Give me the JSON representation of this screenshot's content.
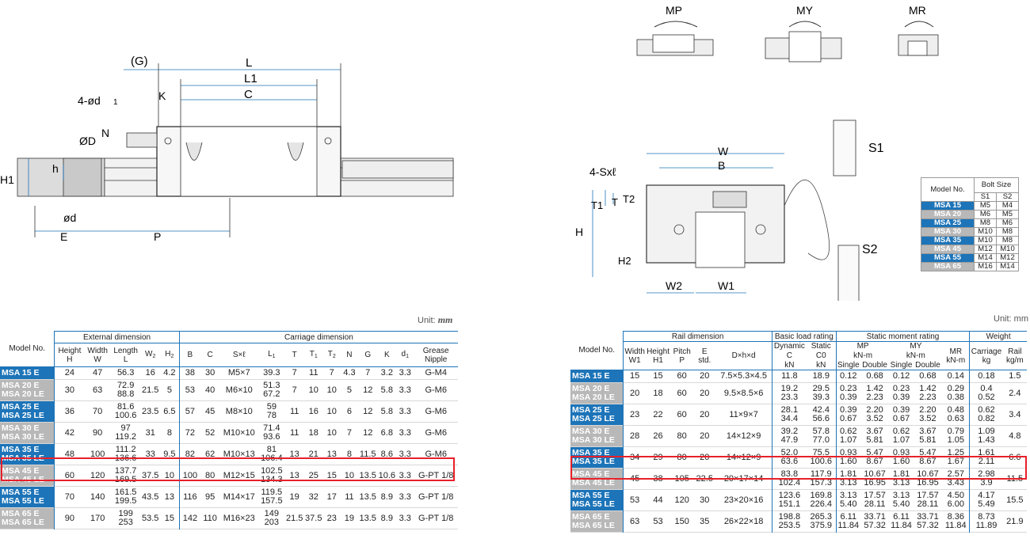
{
  "colors": {
    "blue": "#1d74b8",
    "gray": "#b8b8b8",
    "red": "#e8202a",
    "line": "#1d74b8"
  },
  "left_drawing": {
    "labels": {
      "G": "(G)",
      "L": "L",
      "L1": "L1",
      "C": "C",
      "K": "K",
      "hole": "4-ød",
      "hole_sub": "1",
      "N": "N",
      "D": "ØD",
      "h": "h",
      "H1": "H1",
      "d": "ød",
      "E": "E",
      "P": "P"
    }
  },
  "moment_icons": {
    "mp": "MP",
    "my": "MY",
    "mr": "MR"
  },
  "right_drawing": {
    "labels": {
      "W": "W",
      "B": "B",
      "SxL": "4-Sxℓ",
      "T": "T",
      "T1": "T1",
      "T2": "T2",
      "H": "H",
      "H2": "H2",
      "W2": "W2",
      "W1": "W1",
      "S1": "S1",
      "S2": "S2"
    }
  },
  "bolt_table": {
    "model_header": "Model No.",
    "bolt_header": "Bolt Size",
    "s1": "S1",
    "s2": "S2",
    "rows": [
      {
        "model": "MSA 15",
        "s1": "M5",
        "s2": "M4",
        "c": "blue"
      },
      {
        "model": "MSA 20",
        "s1": "M6",
        "s2": "M5",
        "c": "gray"
      },
      {
        "model": "MSA 25",
        "s1": "M8",
        "s2": "M6",
        "c": "blue"
      },
      {
        "model": "MSA 30",
        "s1": "M10",
        "s2": "M8",
        "c": "gray"
      },
      {
        "model": "MSA 35",
        "s1": "M10",
        "s2": "M8",
        "c": "blue"
      },
      {
        "model": "MSA 45",
        "s1": "M12",
        "s2": "M10",
        "c": "gray"
      },
      {
        "model": "MSA 55",
        "s1": "M14",
        "s2": "M12",
        "c": "blue"
      },
      {
        "model": "MSA 65",
        "s1": "M16",
        "s2": "M14",
        "c": "gray"
      }
    ]
  },
  "left_table": {
    "unit_prefix": "Unit: ",
    "unit": "mm",
    "h_model": "Model No.",
    "h_ext": "External dimension",
    "h_carriage": "Carriage dimension",
    "cols": [
      [
        "Height",
        "H"
      ],
      [
        "Width",
        "W"
      ],
      [
        "Length",
        "L"
      ],
      [
        "W",
        "2"
      ],
      [
        "H",
        "2"
      ],
      [
        "B",
        ""
      ],
      [
        "C",
        ""
      ],
      [
        "S×ℓ",
        ""
      ],
      [
        "L",
        "1"
      ],
      [
        "T",
        ""
      ],
      [
        "T",
        "1"
      ],
      [
        "T",
        "2"
      ],
      [
        "N",
        ""
      ],
      [
        "G",
        ""
      ],
      [
        "K",
        ""
      ],
      [
        "d",
        "1"
      ],
      [
        "Grease",
        "Nipple"
      ]
    ],
    "rows": [
      {
        "m": [
          "MSA 15 E"
        ],
        "c": "blue",
        "v": [
          "24",
          "47",
          [
            "56.3"
          ],
          "16",
          "4.2",
          "38",
          "30",
          "M5×7",
          [
            "39.3"
          ],
          "7",
          "11",
          "7",
          "4.3",
          "7",
          "3.2",
          "3.3",
          "G-M4"
        ]
      },
      {
        "m": [
          "MSA 20 E",
          "MSA 20 LE"
        ],
        "c": "gray",
        "v": [
          "30",
          "63",
          [
            "72.9",
            "88.8"
          ],
          "21.5",
          "5",
          "53",
          "40",
          "M6×10",
          [
            "51.3",
            "67.2"
          ],
          "7",
          "10",
          "10",
          "5",
          "12",
          "5.8",
          "3.3",
          "G-M6"
        ]
      },
      {
        "m": [
          "MSA 25 E",
          "MSA 25 LE"
        ],
        "c": "blue",
        "v": [
          "36",
          "70",
          [
            "81.6",
            "100.6"
          ],
          "23.5",
          "6.5",
          "57",
          "45",
          "M8×10",
          [
            "59",
            "78"
          ],
          "11",
          "16",
          "10",
          "6",
          "12",
          "5.8",
          "3.3",
          "G-M6"
        ]
      },
      {
        "m": [
          "MSA 30 E",
          "MSA 30 LE"
        ],
        "c": "gray",
        "v": [
          "42",
          "90",
          [
            "97",
            "119.2"
          ],
          "31",
          "8",
          "72",
          "52",
          "M10×10",
          [
            "71.4",
            "93.6"
          ],
          "11",
          "18",
          "10",
          "7",
          "12",
          "6.8",
          "3.3",
          "G-M6"
        ]
      },
      {
        "m": [
          "MSA 35 E",
          "MSA 35 LE"
        ],
        "c": "blue",
        "v": [
          "48",
          "100",
          [
            "111.2",
            "136.6"
          ],
          "33",
          "9.5",
          "82",
          "62",
          "M10×13",
          [
            "81",
            "106.4"
          ],
          "13",
          "21",
          "13",
          "8",
          "11.5",
          "8.6",
          "3.3",
          "G-M6"
        ]
      },
      {
        "m": [
          "MSA 45 E",
          "MSA 45 LE"
        ],
        "c": "gray",
        "v": [
          "60",
          "120",
          [
            "137.7",
            "169.5"
          ],
          "37.5",
          "10",
          "100",
          "80",
          "M12×15",
          [
            "102.5",
            "134.3"
          ],
          "13",
          "25",
          "15",
          "10",
          "13.5",
          "10.6",
          "3.3",
          "G-PT 1/8"
        ]
      },
      {
        "m": [
          "MSA 55 E",
          "MSA 55 LE"
        ],
        "c": "blue",
        "v": [
          "70",
          "140",
          [
            "161.5",
            "199.5"
          ],
          "43.5",
          "13",
          "116",
          "95",
          "M14×17",
          [
            "119.5",
            "157.5"
          ],
          "19",
          "32",
          "17",
          "11",
          "13.5",
          "8.9",
          "3.3",
          "G-PT 1/8"
        ]
      },
      {
        "m": [
          "MSA 65 E",
          "MSA 65 LE"
        ],
        "c": "gray",
        "v": [
          "90",
          "170",
          [
            "199",
            "253"
          ],
          "53.5",
          "15",
          "142",
          "110",
          "M16×23",
          [
            "149",
            "203"
          ],
          "21.5",
          "37.5",
          "23",
          "19",
          "13.5",
          "8.9",
          "3.3",
          "G-PT 1/8"
        ]
      }
    ]
  },
  "right_table": {
    "unit": "Unit: mm",
    "h_model": "Model No.",
    "h_rail": "Rail dimension",
    "h_load": "Basic load rating",
    "h_static": "Static moment rating",
    "h_weight": "Weight",
    "h_width": "Width",
    "h_w1": "W1",
    "h_height": "Height",
    "h_h1": "H1",
    "h_pitch": "Pitch",
    "h_p": "P",
    "h_e": "E",
    "h_std": "std.",
    "h_dhd": "D×h×d",
    "h_dyn": "Dynamic",
    "h_c": "C",
    "h_kn": "kN",
    "h_stat": "Static",
    "h_c0": "C0",
    "h_mp": "MP",
    "h_my": "MY",
    "h_mr": "MR",
    "h_knm": "kN-m",
    "h_single": "Single",
    "h_double": "Double",
    "h_carriage": "Carriage",
    "h_kg": "kg",
    "h_rail_w": "Rail",
    "h_kgm": "kg/m",
    "rows": [
      {
        "m": [
          "MSA 15 E"
        ],
        "c": "blue",
        "w1": "15",
        "h1": "15",
        "p": "60",
        "e": "20",
        "dhd": "7.5×5.3×4.5",
        "dyn": [
          "11.8"
        ],
        "st": [
          "18.9"
        ],
        "mps": [
          "0.12"
        ],
        "mpd": [
          "0.68"
        ],
        "mys": [
          "0.12"
        ],
        "myd": [
          "0.68"
        ],
        "mr": [
          "0.14"
        ],
        "kg": [
          "0.18"
        ],
        "rail": "1.5"
      },
      {
        "m": [
          "MSA 20 E",
          "MSA 20 LE"
        ],
        "c": "gray",
        "w1": "20",
        "h1": "18",
        "p": "60",
        "e": "20",
        "dhd": "9.5×8.5×6",
        "dyn": [
          "19.2",
          "23.3"
        ],
        "st": [
          "29.5",
          "39.3"
        ],
        "mps": [
          "0.23",
          "0.39"
        ],
        "mpd": [
          "1.42",
          "2.23"
        ],
        "mys": [
          "0.23",
          "0.39"
        ],
        "myd": [
          "1.42",
          "2.23"
        ],
        "mr": [
          "0.29",
          "0.38"
        ],
        "kg": [
          "0.4",
          "0.52"
        ],
        "rail": "2.4"
      },
      {
        "m": [
          "MSA 25 E",
          "MSA 25 LE"
        ],
        "c": "blue",
        "w1": "23",
        "h1": "22",
        "p": "60",
        "e": "20",
        "dhd": "11×9×7",
        "dyn": [
          "28.1",
          "34.4"
        ],
        "st": [
          "42.4",
          "56.6"
        ],
        "mps": [
          "0.39",
          "0.67"
        ],
        "mpd": [
          "2.20",
          "3.52"
        ],
        "mys": [
          "0.39",
          "0.67"
        ],
        "myd": [
          "2.20",
          "3.52"
        ],
        "mr": [
          "0.48",
          "0.63"
        ],
        "kg": [
          "0.62",
          "0.82"
        ],
        "rail": "3.4"
      },
      {
        "m": [
          "MSA 30 E",
          "MSA 30 LE"
        ],
        "c": "gray",
        "w1": "28",
        "h1": "26",
        "p": "80",
        "e": "20",
        "dhd": "14×12×9",
        "dyn": [
          "39.2",
          "47.9"
        ],
        "st": [
          "57.8",
          "77.0"
        ],
        "mps": [
          "0.62",
          "1.07"
        ],
        "mpd": [
          "3.67",
          "5.81"
        ],
        "mys": [
          "0.62",
          "1.07"
        ],
        "myd": [
          "3.67",
          "5.81"
        ],
        "mr": [
          "0.79",
          "1.05"
        ],
        "kg": [
          "1.09",
          "1.43"
        ],
        "rail": "4.8"
      },
      {
        "m": [
          "MSA 35 E",
          "MSA 35 LE"
        ],
        "c": "blue",
        "w1": "34",
        "h1": "29",
        "p": "80",
        "e": "20",
        "dhd": "14×12×9",
        "dyn": [
          "52.0",
          "63.6"
        ],
        "st": [
          "75.5",
          "100.6"
        ],
        "mps": [
          "0.93",
          "1.60"
        ],
        "mpd": [
          "5.47",
          "8.67"
        ],
        "mys": [
          "0.93",
          "1.60"
        ],
        "myd": [
          "5.47",
          "8.67"
        ],
        "mr": [
          "1.25",
          "1.67"
        ],
        "kg": [
          "1.61",
          "2.11"
        ],
        "rail": "6.6"
      },
      {
        "m": [
          "MSA 45 E",
          "MSA 45 LE"
        ],
        "c": "gray",
        "w1": "45",
        "h1": "38",
        "p": "105",
        "e": "22.5",
        "dhd": "20×17×14",
        "dyn": [
          "83.8",
          "102.4"
        ],
        "st": [
          "117.9",
          "157.3"
        ],
        "mps": [
          "1.81",
          "3.13"
        ],
        "mpd": [
          "10.67",
          "16.95"
        ],
        "mys": [
          "1.81",
          "3.13"
        ],
        "myd": [
          "10.67",
          "16.95"
        ],
        "mr": [
          "2.57",
          "3.43"
        ],
        "kg": [
          "2.98",
          "3.9"
        ],
        "rail": "11.5"
      },
      {
        "m": [
          "MSA 55 E",
          "MSA 55 LE"
        ],
        "c": "blue",
        "w1": "53",
        "h1": "44",
        "p": "120",
        "e": "30",
        "dhd": "23×20×16",
        "dyn": [
          "123.6",
          "151.1"
        ],
        "st": [
          "169.8",
          "226.4"
        ],
        "mps": [
          "3.13",
          "5.40"
        ],
        "mpd": [
          "17.57",
          "28.11"
        ],
        "mys": [
          "3.13",
          "5.40"
        ],
        "myd": [
          "17.57",
          "28.11"
        ],
        "mr": [
          "4.50",
          "6.00"
        ],
        "kg": [
          "4.17",
          "5.49"
        ],
        "rail": "15.5"
      },
      {
        "m": [
          "MSA 65 E",
          "MSA 65 LE"
        ],
        "c": "gray",
        "w1": "63",
        "h1": "53",
        "p": "150",
        "e": "35",
        "dhd": "26×22×18",
        "dyn": [
          "198.8",
          "253.5"
        ],
        "st": [
          "265.3",
          "375.9"
        ],
        "mps": [
          "6.11",
          "11.84"
        ],
        "mpd": [
          "33.71",
          "57.32"
        ],
        "mys": [
          "6.11",
          "11.84"
        ],
        "myd": [
          "33.71",
          "57.32"
        ],
        "mr": [
          "8.36",
          "11.84"
        ],
        "kg": [
          "8.73",
          "11.89"
        ],
        "rail": "21.9"
      }
    ]
  }
}
